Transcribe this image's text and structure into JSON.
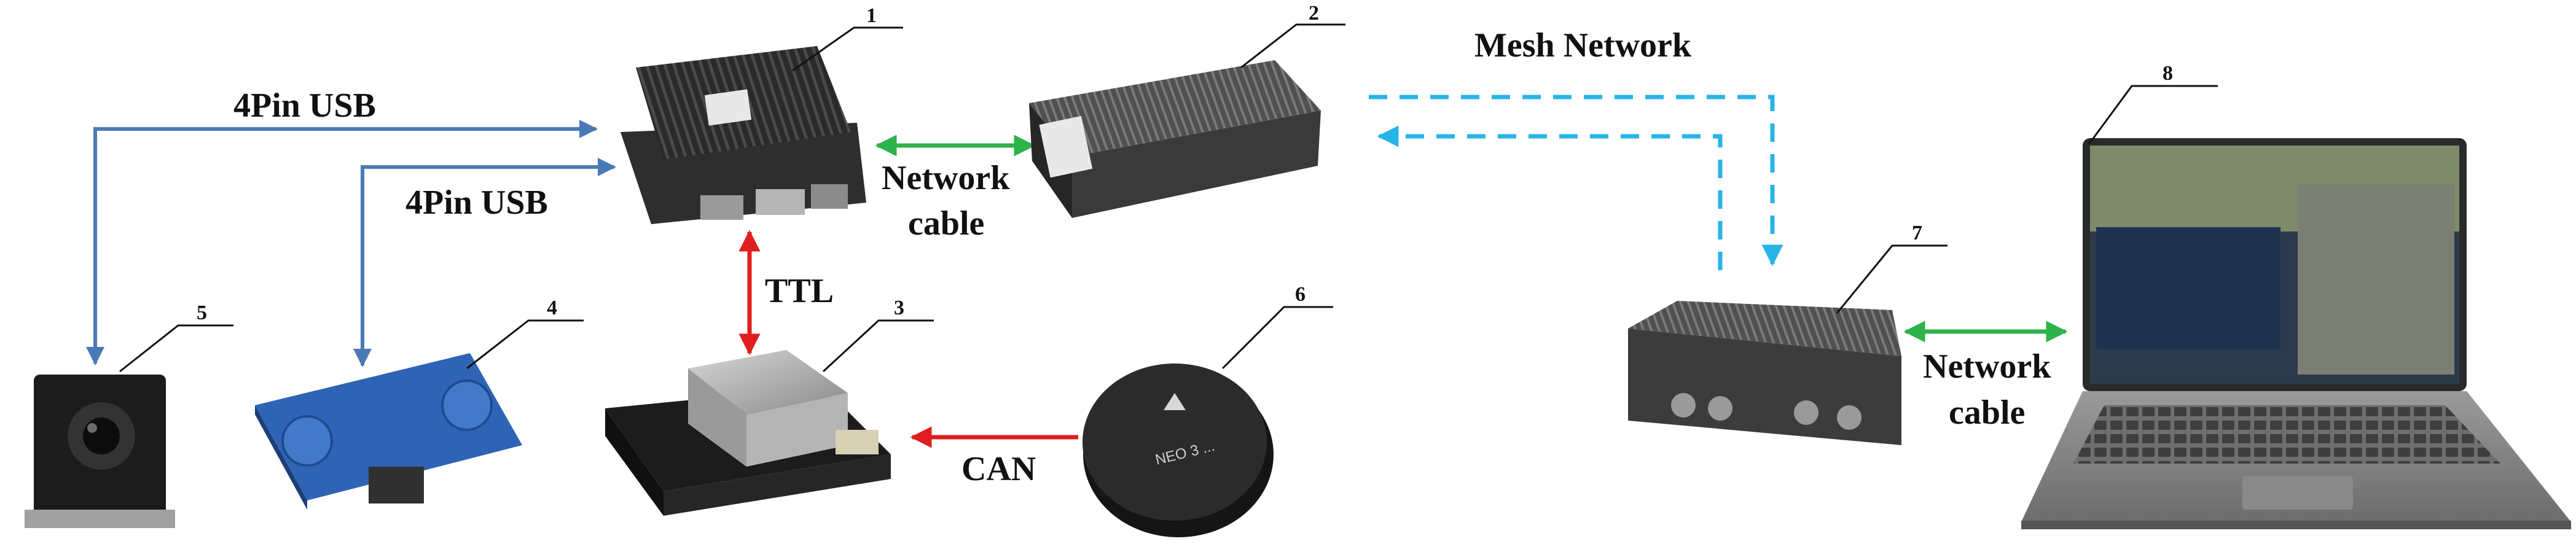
{
  "colors": {
    "usb_line": "#4a7ab6",
    "network_line": "#2db34a",
    "ttl_can_line": "#e01e1e",
    "mesh_line": "#27b4e8",
    "leader_line": "#111111"
  },
  "components": [
    {
      "id": "1",
      "label": "1"
    },
    {
      "id": "2",
      "label": "2"
    },
    {
      "id": "3",
      "label": "3"
    },
    {
      "id": "4",
      "label": "4"
    },
    {
      "id": "5",
      "label": "5"
    },
    {
      "id": "6",
      "label": "6"
    },
    {
      "id": "7",
      "label": "7"
    },
    {
      "id": "8",
      "label": "8"
    }
  ],
  "connections": {
    "usb_camera": "4Pin USB",
    "usb_board": "4Pin USB",
    "network_1_2_line1": "Network",
    "network_1_2_line2": "cable",
    "ttl": "TTL",
    "can": "CAN",
    "mesh": "Mesh Network",
    "network_7_8_line1": "Network",
    "network_7_8_line2": "cable"
  },
  "device_text": {
    "gps_module": "NEO 3 ..."
  }
}
